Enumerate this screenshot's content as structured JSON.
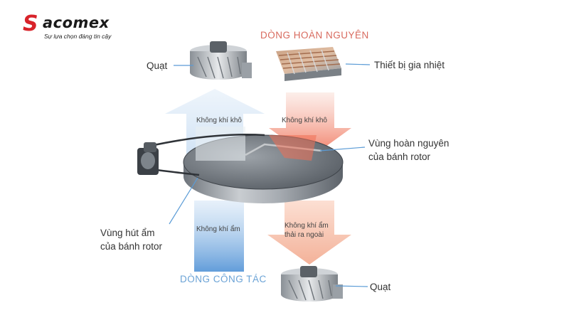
{
  "logo": {
    "brand_initial": "S",
    "brand_rest": "acomex",
    "tagline": "Sự lựa chọn đáng tin cậy",
    "brand_color": "#d8232a"
  },
  "headings": {
    "regeneration": "DÒNG HOÀN NGUYÊN",
    "process": "DÒNG CÔNG TÁC"
  },
  "labels": {
    "fan_top": "Quạt",
    "heater": "Thiết bị gia nhiệt",
    "regeneration_zone_line1": "Vùng hoàn nguyên",
    "regeneration_zone_line2": "của bánh rotor",
    "adsorption_zone_line1": "Vùng hút ẩm",
    "adsorption_zone_line2": "của bánh rotor",
    "fan_bottom": "Quạt"
  },
  "arrow_labels": {
    "dry_air_left": "Không khí khô",
    "dry_air_right": "Không khí khô",
    "humid_air": "Không khí ẩm",
    "humid_exhaust_line1": "Không khí ẩm",
    "humid_exhaust_line2": "thải ra ngoài"
  },
  "colors": {
    "regeneration": "#d86a5e",
    "process": "#6ba3d6",
    "rotor": "#8e949b"
  }
}
